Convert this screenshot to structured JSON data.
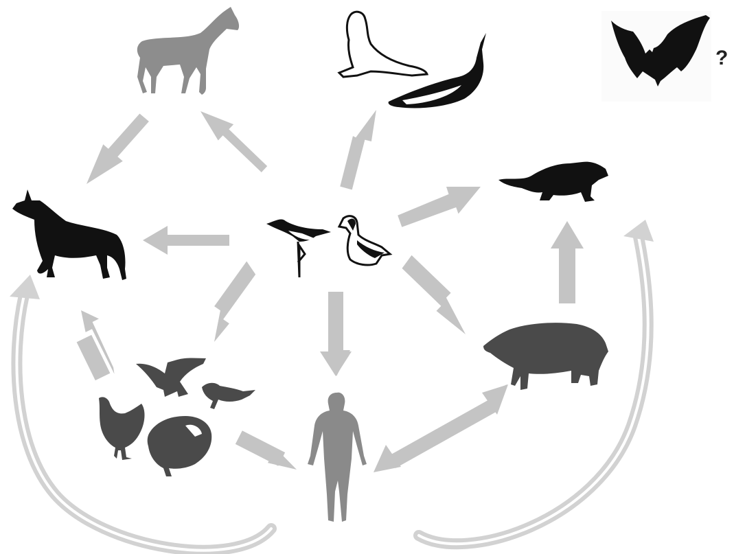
{
  "diagram": {
    "nodes": [
      {
        "id": "horse",
        "icon": "horse-icon"
      },
      {
        "id": "marine-mammals",
        "icon": "sea-lion-icon",
        "icon2": "whale-icon"
      },
      {
        "id": "bat",
        "icon": "bat-icon",
        "label": "?"
      },
      {
        "id": "dog",
        "icon": "dog-icon"
      },
      {
        "id": "wild-birds",
        "icon": "stilt-icon",
        "icon2": "duck-icon"
      },
      {
        "id": "mustelid",
        "icon": "ferret-icon"
      },
      {
        "id": "poultry",
        "icon": "eagle-icon",
        "icon2": "chicken-icon",
        "icon3": "turkey-icon",
        "icon4": "songbird-icon"
      },
      {
        "id": "human",
        "icon": "human-icon"
      },
      {
        "id": "pig",
        "icon": "pig-icon"
      }
    ],
    "edges": [
      {
        "from": "horse",
        "to": "dog"
      },
      {
        "from": "wild-birds",
        "to": "horse"
      },
      {
        "from": "wild-birds",
        "to": "marine-mammals"
      },
      {
        "from": "wild-birds",
        "to": "mustelid"
      },
      {
        "from": "wild-birds",
        "to": "dog"
      },
      {
        "from": "wild-birds",
        "to": "poultry"
      },
      {
        "from": "wild-birds",
        "to": "human"
      },
      {
        "from": "wild-birds",
        "to": "pig"
      },
      {
        "from": "poultry",
        "to": "dog"
      },
      {
        "from": "poultry",
        "to": "human"
      },
      {
        "from": "pig",
        "to": "mustelid"
      },
      {
        "from": "pig",
        "to": "human",
        "bidirectional": true
      },
      {
        "from": "human",
        "to": "dog",
        "curved": true
      },
      {
        "from": "human",
        "to": "mustelid",
        "curved": true
      }
    ],
    "colors": {
      "arrow": "#c4c4c4",
      "curve": "#d2d2d2",
      "black": "#111111",
      "dark": "#4a4a4a",
      "horse": "#8d8d8d",
      "human": "#8a8a8a"
    }
  }
}
